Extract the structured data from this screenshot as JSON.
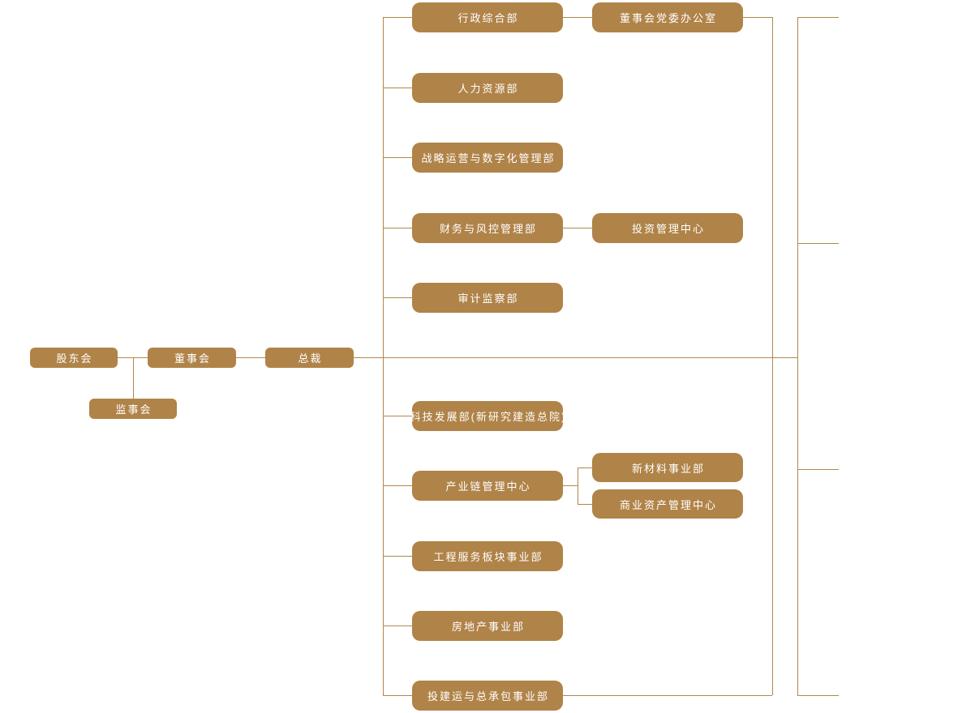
{
  "colors": {
    "node_fill": "#b08348",
    "node_text": "#ffffff",
    "connector": "#ae884e",
    "background": "#ffffff"
  },
  "org": {
    "governance": {
      "shareholders_label": "股东会",
      "board_label": "董事会",
      "supervisory_label": "监事会",
      "president_label": "总裁"
    },
    "departments": [
      {
        "label": "行政综合部"
      },
      {
        "label": "人力资源部"
      },
      {
        "label": "战略运营与数字化管理部"
      },
      {
        "label": "财务与风控管理部"
      },
      {
        "label": "审计监察部"
      },
      {
        "label": "科技发展部(新研究建造总院)"
      },
      {
        "label": "产业链管理中心"
      },
      {
        "label": "工程服务板块事业部"
      },
      {
        "label": "房地产事业部"
      },
      {
        "label": "投建运与总承包事业部"
      }
    ],
    "sub_units": [
      {
        "label": "董事会党委办公室",
        "parent": "行政综合部"
      },
      {
        "label": "投资管理中心",
        "parent": "财务与风控管理部"
      },
      {
        "label": "新材料事业部",
        "parent": "产业链管理中心"
      },
      {
        "label": "商业资产管理中心",
        "parent": "产业链管理中心"
      }
    ]
  }
}
